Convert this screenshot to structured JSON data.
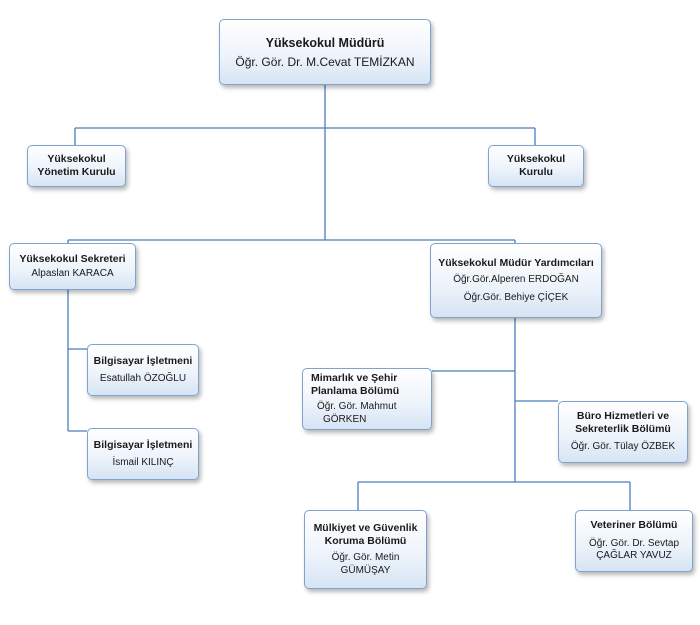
{
  "chart": {
    "director": {
      "title": "Yüksekokul Müdürü",
      "name": "Öğr. Gör. Dr. M.Cevat TEMİZKAN"
    },
    "management_board": {
      "line1": "Yüksekokul",
      "line2": "Yönetim Kurulu"
    },
    "school_board": {
      "line1": "Yüksekokul",
      "line2": "Kurulu"
    },
    "secretary": {
      "title": "Yüksekokul Sekreteri",
      "name": "Alpaslan KARACA"
    },
    "vice_directors": {
      "title": "Yüksekokul Müdür Yardımcıları",
      "name1": "Öğr.Gör.Alperen ERDOĞAN",
      "name2": "Öğr.Gör. Behiye ÇİÇEK"
    },
    "computer_operator_1": {
      "title": "Bilgisayar İşletmeni",
      "name": "Esatullah ÖZOĞLU"
    },
    "computer_operator_2": {
      "title": "Bilgisayar İşletmeni",
      "name": "İsmail KILINÇ"
    },
    "architecture_dept": {
      "title1": "Mimarlık ve Şehir",
      "title2": "Planlama Bölümü",
      "name1": "Öğr. Gör. Mahmut",
      "name2": "GÖRKEN"
    },
    "office_services_dept": {
      "title1": "Büro Hizmetleri ve",
      "title2": "Sekreterlik Bölümü",
      "name": "Öğr. Gör. Tülay ÖZBEK"
    },
    "property_security_dept": {
      "title1": "Mülkiyet ve Güvenlik",
      "title2": "Koruma Bölümü",
      "name1": "Öğr. Gör. Metin",
      "name2": "GÜMÜŞAY"
    },
    "veterinary_dept": {
      "title": "Veteriner Bölümü",
      "name1": "Öğr. Gör. Dr. Sevtap",
      "name2": "ÇAĞLAR YAVUZ"
    },
    "colors": {
      "connector": "#4a7ebb",
      "border": "#7ea3cd",
      "fill_top": "#ffffff",
      "fill_bottom": "#d6e4f4"
    }
  }
}
